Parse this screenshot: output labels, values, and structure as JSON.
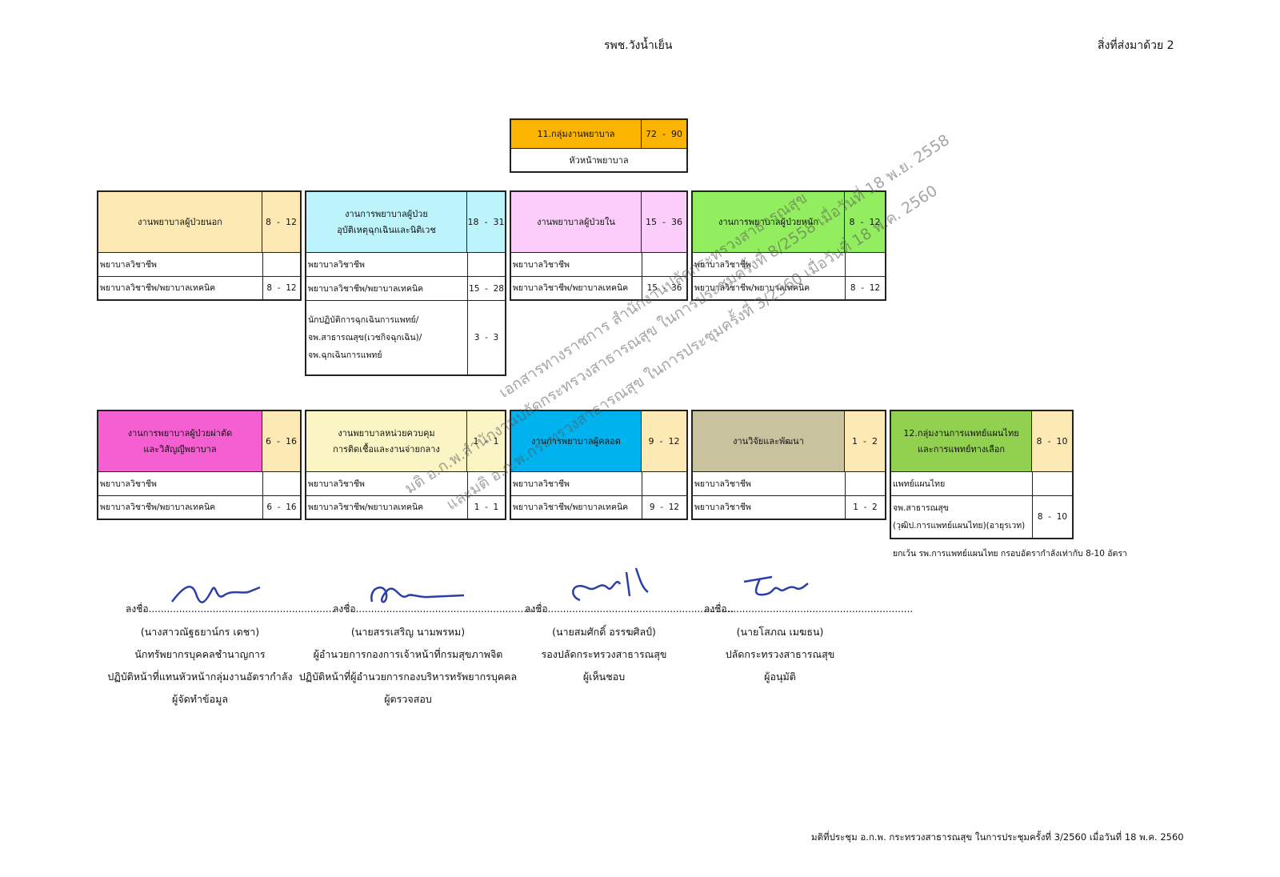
{
  "header": {
    "hospital": "รพช.วังน้ำเย็น",
    "attachment": "สิ่งที่ส่งมาด้วย 2"
  },
  "top_unit": {
    "name": "11.กลุ่มงานพยาบาล",
    "range": "72  -  90",
    "position": "หัวหน้าพยาบาล",
    "color": "#fbb400"
  },
  "row1": [
    {
      "name": "งานพยาบาลผู้ป่วยนอก",
      "range": "8  -  12",
      "color": "#fde9b4",
      "rows": [
        {
          "label": "พยาบาลวิชาชีพ",
          "value": ""
        },
        {
          "label": "พยาบาลวิชาชีพ/พยาบาลเทคนิค",
          "value": "8  -  12"
        }
      ]
    },
    {
      "name": "งานการพยาบาลผู้ป่วย\nอุบัติเหตุฉุกเฉินและนิติเวช",
      "range": "18  -  31",
      "color": "#bdf3fb",
      "rows": [
        {
          "label": "พยาบาลวิชาชีพ",
          "value": ""
        },
        {
          "label": "พยาบาลวิชาชีพ/พยาบาลเทคนิค",
          "value": "15  -  28"
        },
        {
          "label": "นักปฏิบัติการฉุกเฉินการแพทย์/\nจพ.สาธารณสุข(เวชกิจฉุกเฉิน)/\nจพ.ฉุกเฉินการแพทย์",
          "value": "3  -  3"
        }
      ]
    },
    {
      "name": "งานพยาบาลผู้ป่วยใน",
      "range": "15  -  36",
      "color": "#fbcdfb",
      "rows": [
        {
          "label": "พยาบาลวิชาชีพ",
          "value": ""
        },
        {
          "label": "พยาบาลวิชาชีพ/พยาบาลเทคนิค",
          "value": "15  -  36"
        }
      ]
    },
    {
      "name": "งานการพยาบาลผู้ป่วยหนัก",
      "range": "8  -  12",
      "color": "#92ee5e",
      "rows": [
        {
          "label": "พยาบาลวิชาชีพ",
          "value": ""
        },
        {
          "label": "พยาบาลวิชาชีพ/พยาบาลเทคนิค",
          "value": "8  -  12"
        }
      ]
    }
  ],
  "row2": [
    {
      "name": "งานการพยาบาลผู้ป่วยผ่าตัด\nและวิสัญญีพยาบาล",
      "range": "6  -  16",
      "color": "#f65fd2",
      "range_color": "#fde9b4",
      "rows": [
        {
          "label": "พยาบาลวิชาชีพ",
          "value": ""
        },
        {
          "label": "พยาบาลวิชาชีพ/พยาบาลเทคนิค",
          "value": "6  -  16"
        }
      ]
    },
    {
      "name": "งานพยาบาลหน่วยควบคุม\nการติดเชื้อและงานจ่ายกลาง",
      "range": "1  -  1",
      "color": "#fbf4c4",
      "range_color": "#fbf4c4",
      "rows": [
        {
          "label": "พยาบาลวิชาชีพ",
          "value": ""
        },
        {
          "label": "พยาบาลวิชาชีพ/พยาบาลเทคนิค",
          "value": "1  -  1"
        }
      ]
    },
    {
      "name": "งานการพยาบาลผู้คลอด",
      "range": "9  -  12",
      "color": "#00b2ee",
      "range_color": "#fde9b4",
      "rows": [
        {
          "label": "พยาบาลวิชาชีพ",
          "value": ""
        },
        {
          "label": "พยาบาลวิชาชีพ/พยาบาลเทคนิค",
          "value": "9  -  12"
        }
      ]
    },
    {
      "name": "งานวิจัยและพัฒนา",
      "range": "1  -  2",
      "color": "#c9c29f",
      "range_color": "#fde9b4",
      "rows": [
        {
          "label": "พยาบาลวิชาชีพ",
          "value": ""
        },
        {
          "label": "พยาบาลวิชาชีพ",
          "value": "1  -  2"
        }
      ]
    },
    {
      "name": "12.กลุ่มงานการแพทย์แผนไทย\nและการแพทย์ทางเลือก",
      "range": "8  -  10",
      "color": "#92d050",
      "range_color": "#fde9b4",
      "rows": [
        {
          "label": "แพทย์แผนไทย",
          "value": ""
        },
        {
          "label": "จพ.สาธารณสุข\n(วุฒิป.การแพทย์แผนไทย)(อายุรเวท)",
          "value": "8  -  10"
        }
      ]
    }
  ],
  "note": "ยกเว้น รพ.การแพทย์แผนไทย กรอบอัตรากำลังเท่ากับ 8-10 อัตรา",
  "signatures": [
    {
      "sign_label": "ลงชื่อ.............................................................",
      "name": "(นางสาวณัฐธยาน์กร  เดชา)",
      "lines": [
        "นักทรัพยากรบุคคลชำนาญการ",
        "ปฏิบัติหน้าที่แทนหัวหน้ากลุ่มงานอัตรากำลัง",
        "ผู้จัดทำข้อมูล"
      ]
    },
    {
      "sign_label": "ลงชื่อ.............................................................",
      "name": "(นายสรรเสริญ  นามพรหม)",
      "lines": [
        "ผู้อำนวยการกองการเจ้าหน้าที่กรมสุขภาพจิต",
        "ปฏิบัติหน้าที่ผู้อำนวยการกองบริหารทรัพยากรบุคคล",
        "ผู้ตรวจสอบ"
      ]
    },
    {
      "sign_label": "ลงชื่อ.............................................................",
      "name": "(นายสมศักดิ์  อรรฆศิลป์)",
      "lines": [
        "รองปลัดกระทรวงสาธารณสุข",
        "ผู้เห็นชอบ"
      ]
    },
    {
      "sign_label": "ลงชื่อ.............................................................",
      "name": "(นายโสภณ  เมฆธน)",
      "lines": [
        "ปลัดกระทรวงสาธารณสุข",
        "ผู้อนุมัติ"
      ]
    }
  ],
  "watermarks": [
    "เอกสารทางราชการ สำนักงานปลัดกระทรวงสาธารณสุข",
    "มติ อ.ก.พ.สำนักงานปลัดกระทรวงสาธารณสุข ในการประชุมครั้งที่ 8/2558 เมื่อวันที่ 18 พ.ย. 2558",
    "และมติ อ.ก.พ.กระทรวงสาธารณสุข ในการประชุมครั้งที่ 3/2560 เมื่อวันที่ 18 พ.ค. 2560"
  ],
  "footer": "มติที่ประชุม อ.ก.พ. กระทรวงสาธารณสุข ในการประชุมครั้งที่ 3/2560 เมื่อวันที่ 18 พ.ค. 2560"
}
